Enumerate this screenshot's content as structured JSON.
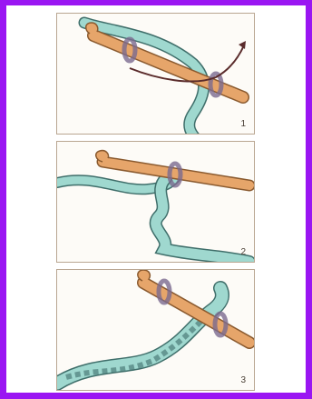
{
  "steps": [
    {
      "number": "1"
    },
    {
      "number": "2"
    },
    {
      "number": "3"
    }
  ],
  "colors": {
    "border": "#9a16f2",
    "yarn": "#9fd8cf",
    "yarn_outline": "#3f6e6a",
    "hook": "#e6a56a",
    "hook_outline": "#8a5a2f",
    "loop": "#b9a3c9",
    "arrow": "#5a2b2b"
  }
}
